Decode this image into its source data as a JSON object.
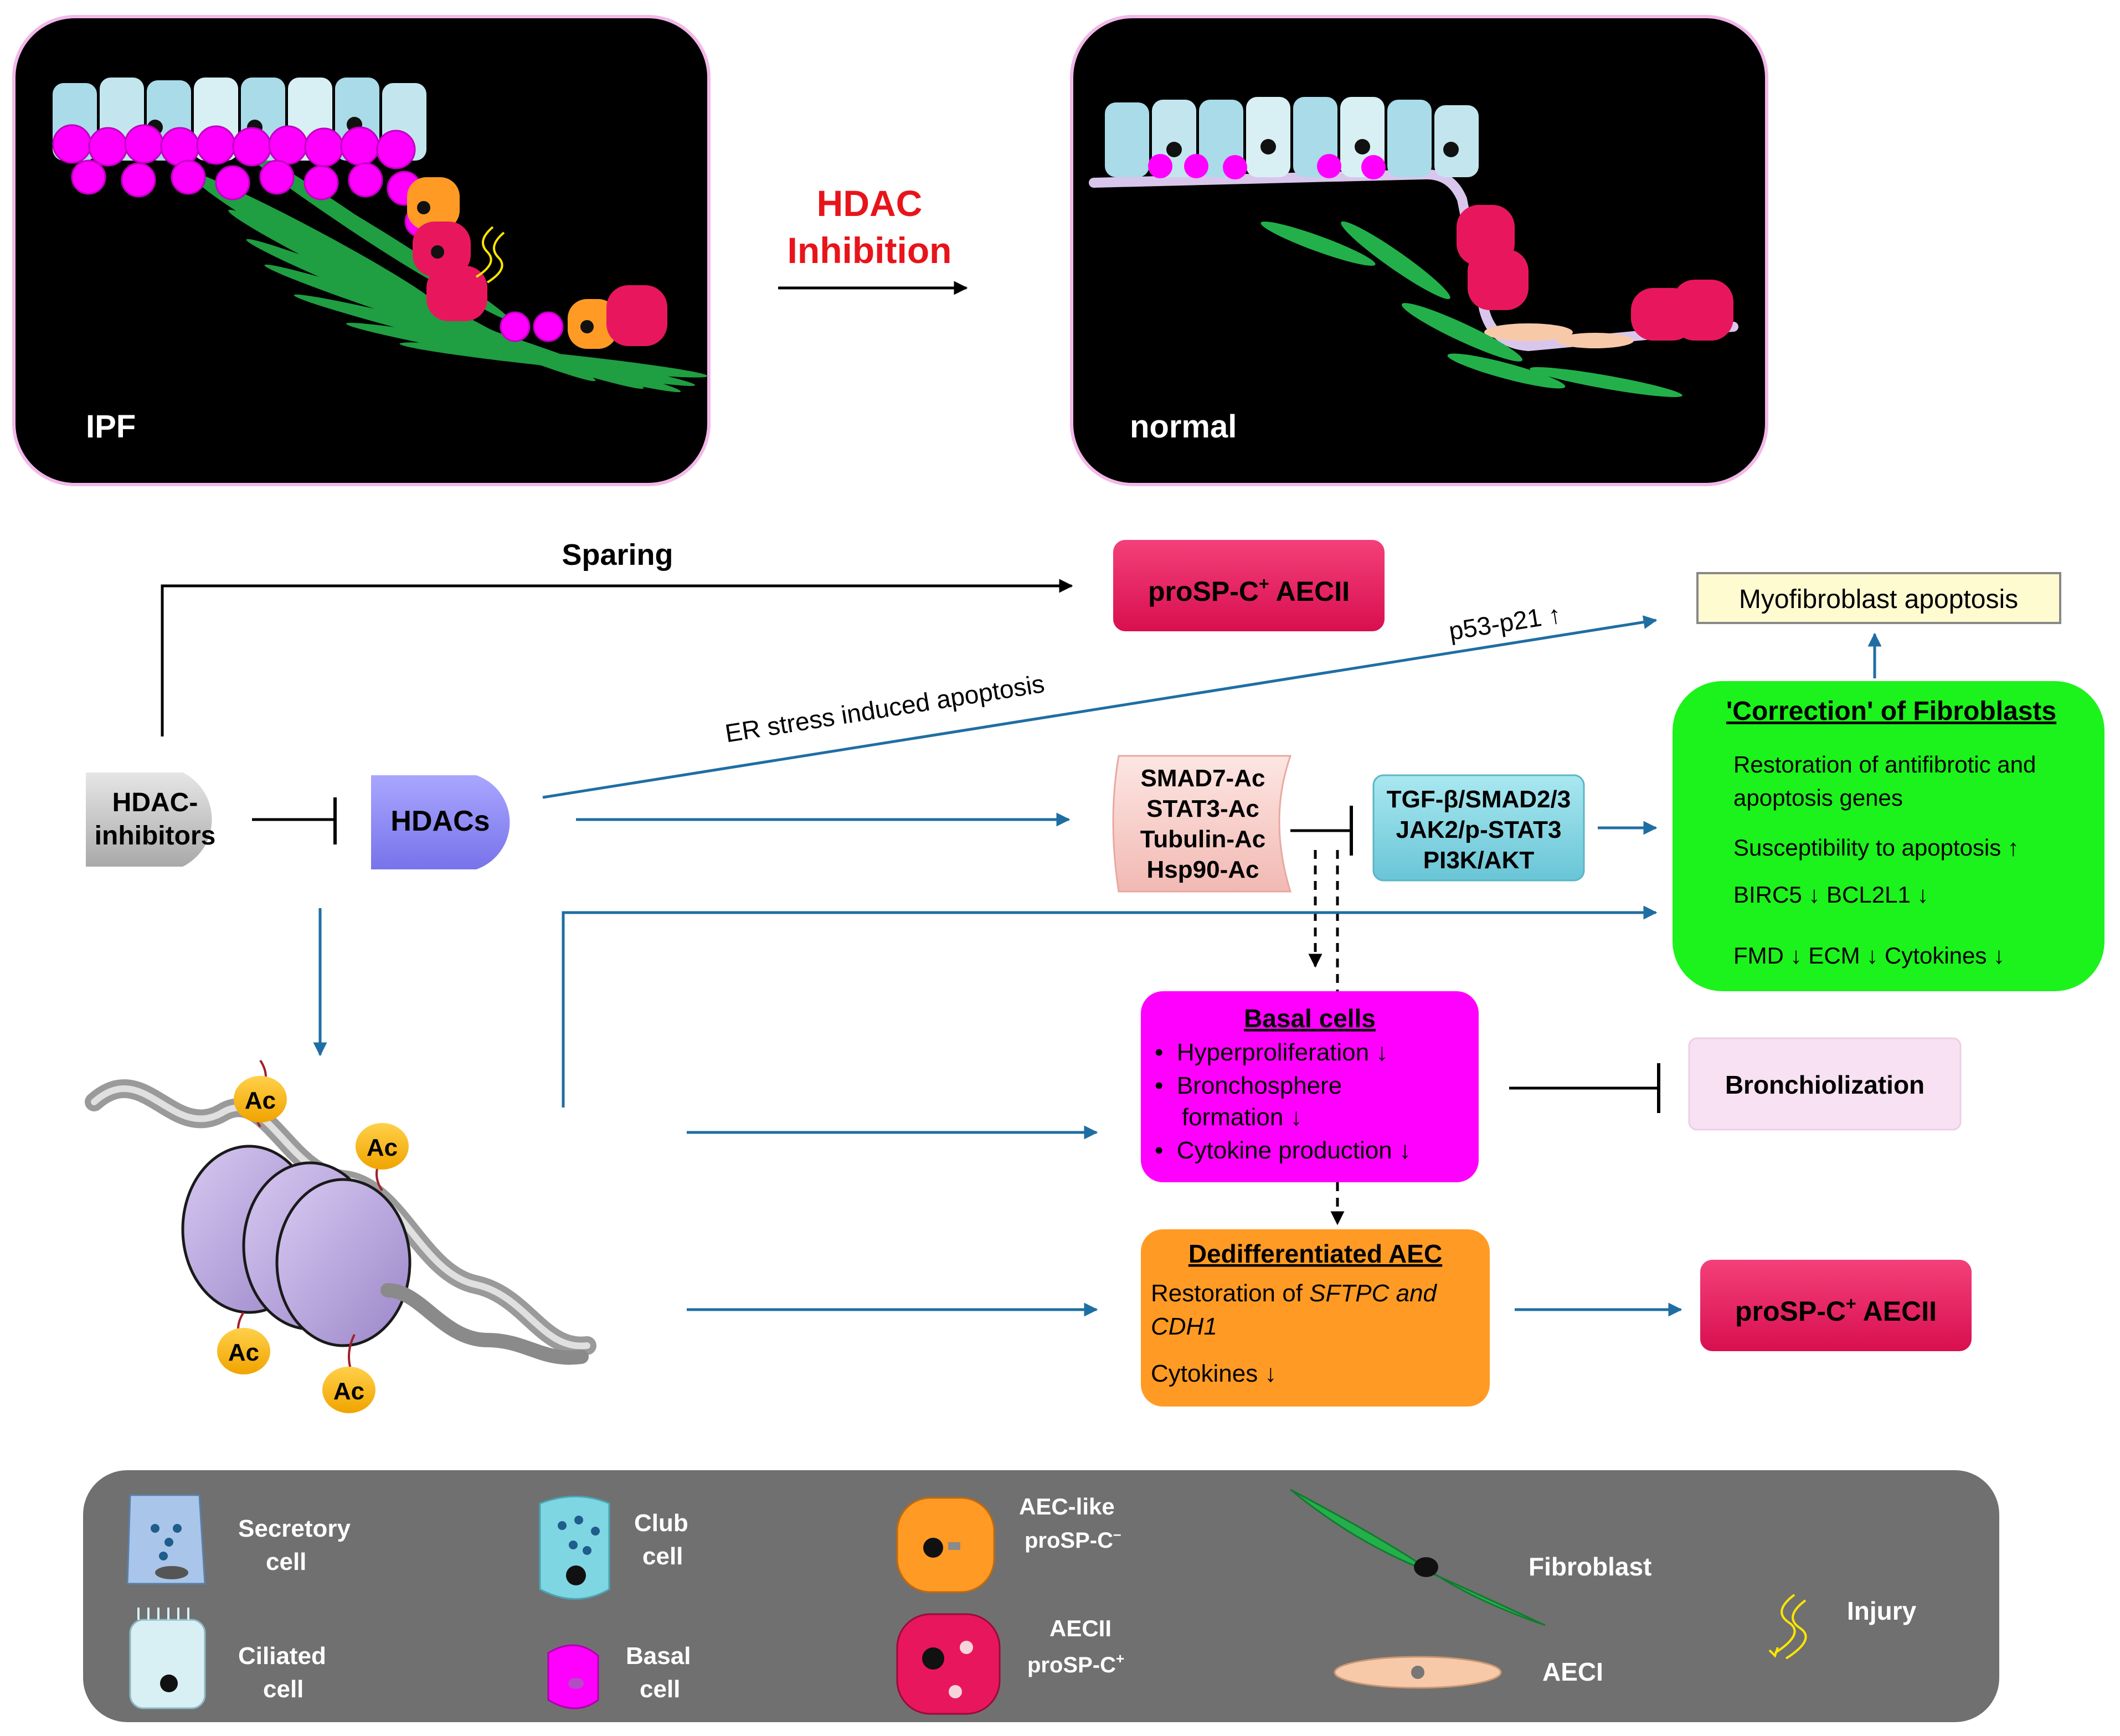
{
  "colors": {
    "panel_bg": "#000000",
    "panel_border": "#f2b8e8",
    "arrow_blue": "#1f6ea3",
    "red_text": "#e8141b",
    "prosp_box": "#e8175d",
    "myofib_box": "#fffbd1",
    "correction_box": "#1cf21c",
    "basal_box": "#ff00ff",
    "dediff_box": "#ff9b24",
    "tgf_box": "#7fd6e3",
    "smad_box": "#f8d2cd",
    "hdac_box": "#8a86f5",
    "inhib_box": "#c8c8c8",
    "bronch_box": "#f8e1f2",
    "legend_bg": "#707070"
  },
  "panels": {
    "left_label": "IPF",
    "right_label": "normal"
  },
  "hdac_inhibition": {
    "line1": "HDAC",
    "line2": "Inhibition"
  },
  "sparing": "Sparing",
  "prosp_top": {
    "main": "proSP-C",
    "sup": "+",
    "rest": " AECII"
  },
  "prosp_bottom": {
    "main": "proSP-C",
    "sup": "+",
    "rest": " AECII"
  },
  "myofibroblast": "Myofibroblast apoptosis",
  "p53": "p53-p21 ↑",
  "er_stress": "ER stress induced apoptosis",
  "hdac_inhibitors": {
    "line1": "HDAC-",
    "line2": "inhibitors"
  },
  "hdacs": "HDACs",
  "acetylated": [
    "SMAD7-Ac",
    "STAT3-Ac",
    "Tubulin-Ac",
    "Hsp90-Ac"
  ],
  "pathways": [
    "TGF-β/SMAD2/3",
    "JAK2/p-STAT3",
    "PI3K/AKT"
  ],
  "correction": {
    "title": "'Correction' of Fibroblasts",
    "items": [
      "Restoration of antifibrotic and",
      "apoptosis genes",
      "Susceptibility to apoptosis ↑",
      "BIRC5 ↓ BCL2L1 ↓",
      "FMD ↓ ECM ↓ Cytokines ↓"
    ]
  },
  "basal": {
    "title": "Basal cells",
    "items": [
      "•  Hyperproliferation ↓",
      "•  Bronchosphere",
      "    formation ↓",
      "•  Cytokine production ↓"
    ]
  },
  "bronchiolization": "Bronchiolization",
  "dediff": {
    "title": "Dedifferentiated AEC",
    "restoration_prefix": "Restoration of ",
    "restoration_genes": "SFTPC and",
    "line2": "CDH1",
    "cytokines": "Cytokines ↓"
  },
  "ac_label": "Ac",
  "legend": {
    "secretory": [
      "Secretory",
      "cell"
    ],
    "ciliated": [
      "Ciliated",
      "cell"
    ],
    "club": [
      "Club",
      "cell"
    ],
    "basal": [
      "Basal",
      "cell"
    ],
    "aec_like": {
      "line1": "AEC-like",
      "line2_main": "proSP-C",
      "line2_sup": "–"
    },
    "aecii": {
      "line1": "AECII",
      "line2_main": "proSP-C",
      "line2_sup": "+"
    },
    "fibroblast": "Fibroblast",
    "aeci": "AECI",
    "injury": "Injury"
  }
}
